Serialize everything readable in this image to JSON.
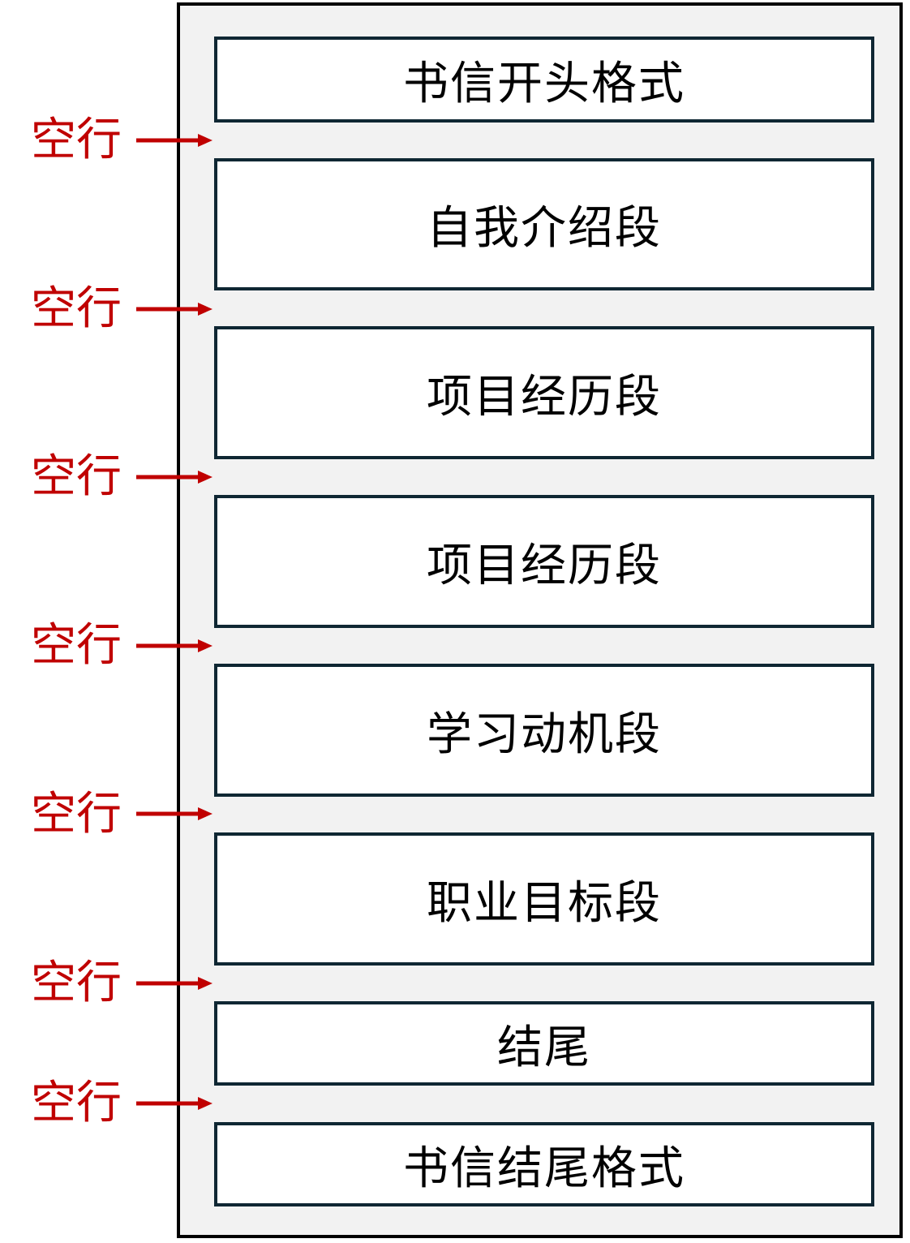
{
  "colors": {
    "frame_border": "#000000",
    "frame_fill": "#f2f2f2",
    "box_border": "#0f2733",
    "box_fill": "#ffffff",
    "gap_label": "#c00000",
    "arrow": "#c00000"
  },
  "sections": [
    {
      "label": "书信开头格式"
    },
    {
      "label": "自我介绍段"
    },
    {
      "label": "项目经历段"
    },
    {
      "label": "项目经历段"
    },
    {
      "label": "学习动机段"
    },
    {
      "label": "职业目标段"
    },
    {
      "label": "结尾"
    },
    {
      "label": "书信结尾格式"
    }
  ],
  "gaps": [
    {
      "label": "空行",
      "icon": "right-arrow-icon"
    },
    {
      "label": "空行",
      "icon": "right-arrow-icon"
    },
    {
      "label": "空行",
      "icon": "right-arrow-icon"
    },
    {
      "label": "空行",
      "icon": "right-arrow-icon"
    },
    {
      "label": "空行",
      "icon": "right-arrow-icon"
    },
    {
      "label": "空行",
      "icon": "right-arrow-icon"
    },
    {
      "label": "空行",
      "icon": "right-arrow-icon"
    }
  ]
}
